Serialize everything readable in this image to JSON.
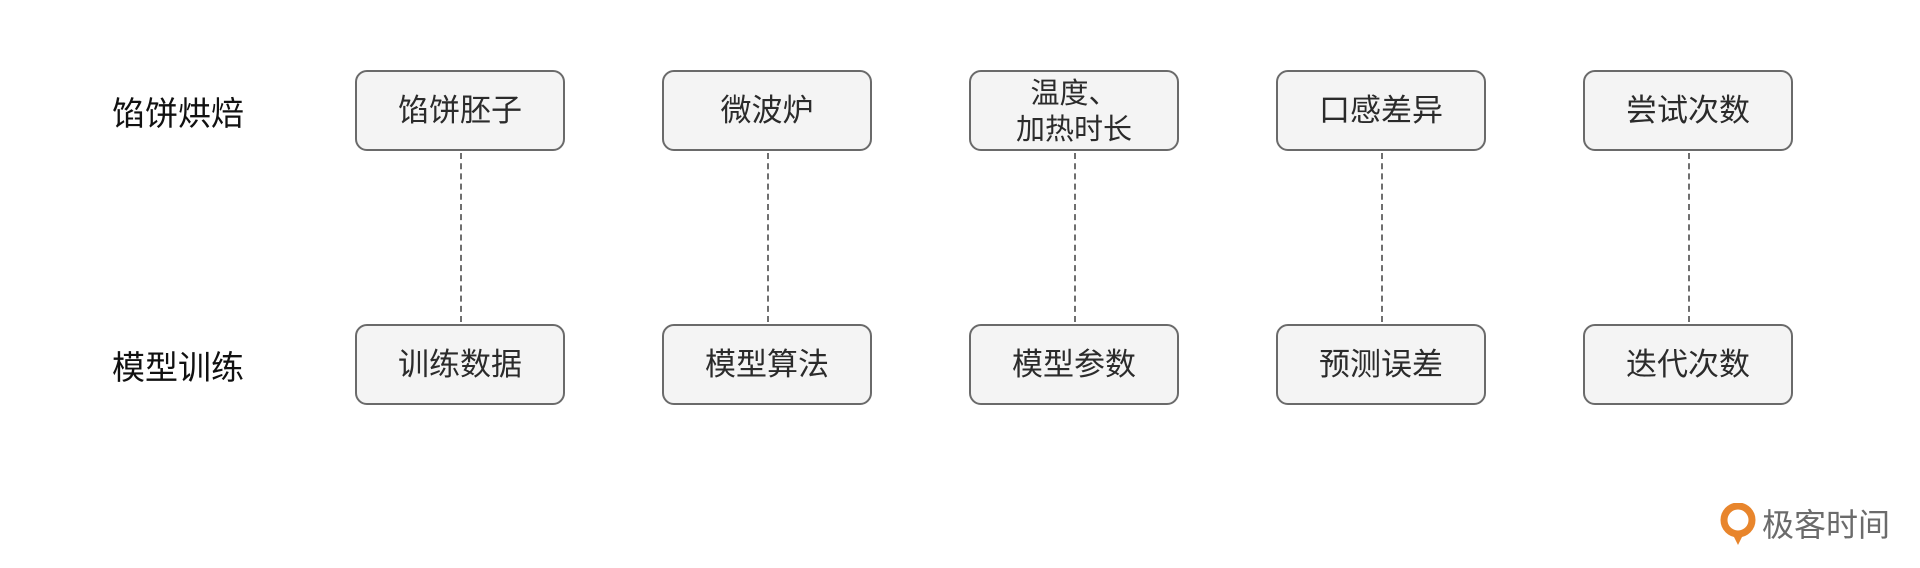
{
  "rows": {
    "top_label": "馅饼烘焙",
    "bottom_label": "模型训练"
  },
  "columns": [
    {
      "top": "馅饼胚子",
      "bottom": "训练数据"
    },
    {
      "top": "微波炉",
      "bottom": "模型算法"
    },
    {
      "top": "温度、\n加热时长",
      "bottom": "模型参数"
    },
    {
      "top": "口感差异",
      "bottom": "预测误差"
    },
    {
      "top": "尝试次数",
      "bottom": "迭代次数"
    }
  ],
  "logo": {
    "text": "极客时间",
    "icon": "geektime-logo-icon",
    "color": "#e8852c"
  }
}
